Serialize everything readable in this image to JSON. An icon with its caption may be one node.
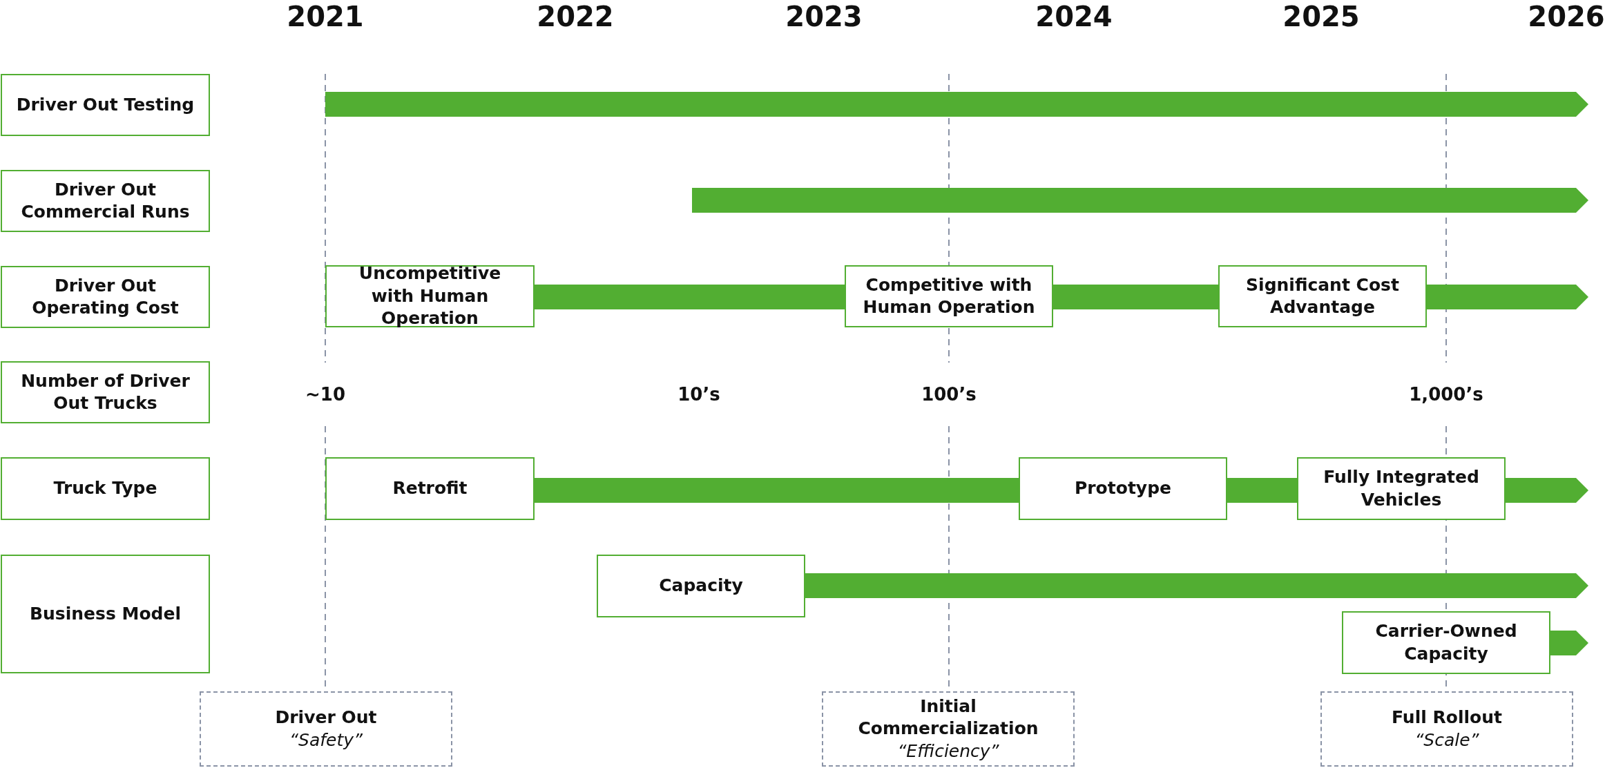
{
  "diagram": {
    "nodes": [
      {
        "text": [
          "Driver Out Testing"
        ]
      },
      {
        "text": [
          "Driver Out Commercial Runs"
        ]
      },
      {
        "text": [
          "Driver Out Operating Cost"
        ]
      },
      {
        "text": [
          "Uncompetitive with Human Operation"
        ]
      },
      {
        "text": [
          "Competitive with Human Operation"
        ]
      },
      {
        "text": [
          "Significant Cost Advantage"
        ]
      },
      {
        "text": [
          "Number of Driver Out Trucks"
        ]
      },
      {
        "text": [
          "Truck Type"
        ]
      },
      {
        "text": [
          "Retrofit"
        ]
      },
      {
        "text": [
          "Prototype"
        ]
      },
      {
        "text": [
          "Fully Integrated Vehicles"
        ]
      },
      {
        "text": [
          "Business Model"
        ]
      },
      {
        "text": [
          "Capacity"
        ]
      },
      {
        "text": [
          "Carrier-Owned Capacity"
        ]
      },
      {
        "text": [
          "Driver Out",
          "“Safety”"
        ]
      },
      {
        "text": [
          "Initial Commercialization",
          "“Efficiency”"
        ]
      },
      {
        "text": [
          "Full Rollout",
          "“Scale”"
        ]
      }
    ],
    "edges": [],
    "labels": [
      "2021",
      "2022",
      "2023",
      "2024",
      "2025",
      "2026",
      "~10",
      "10’s",
      "100’s",
      "1,000’s"
    ]
  }
}
